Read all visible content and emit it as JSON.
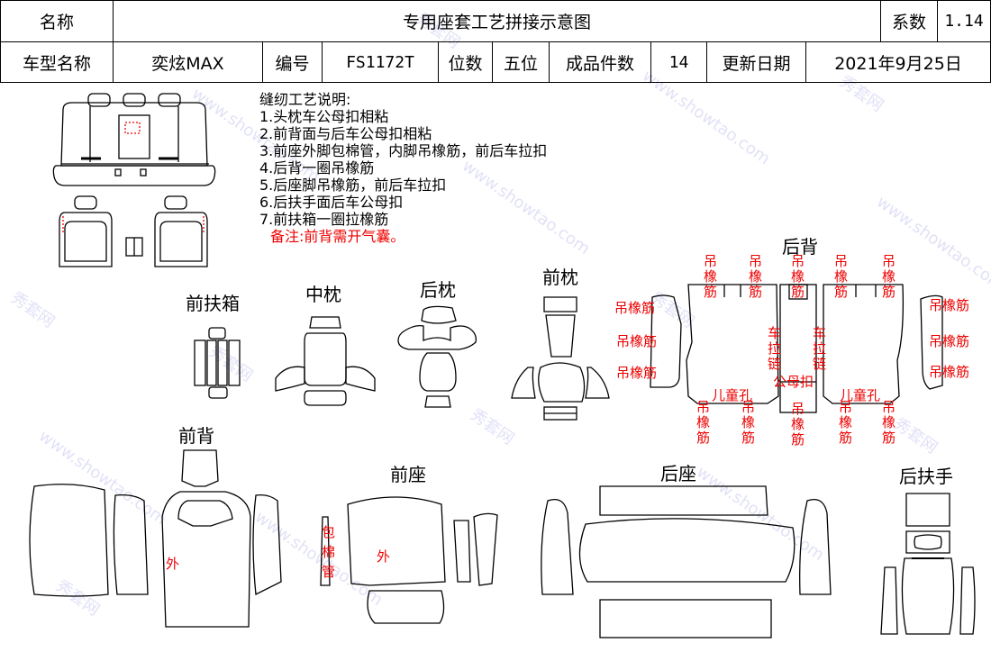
{
  "header": {
    "name_label": "名称",
    "title": "专用座套工艺拼接示意图",
    "coef_label": "系数",
    "coef_value": "1.14",
    "model_label": "车型名称",
    "model_value": "奕炫MAX",
    "code_label": "编号",
    "code_value": "FS1172T",
    "seats_label": "位数",
    "seats_value": "五位",
    "pieces_label": "成品件数",
    "pieces_value": "14",
    "date_label": "更新日期",
    "date_value": "2021年9月25日"
  },
  "notes": {
    "heading": "缝纫工艺说明:",
    "items": [
      "1.头枕车公母扣相粘",
      "2.前背面与后车公母扣相粘",
      "3.前座外脚包棉管，内脚吊橡筋，前后车拉扣",
      "4.后背一圈吊橡筋",
      "5.后座脚吊橡筋，前后车拉扣",
      "6.后扶手面后车公母扣",
      "7.前扶箱一圈拉橡筋"
    ],
    "remark": "备注:前背需开气囊。"
  },
  "parts": {
    "front_box": "前扶箱",
    "mid_pillow": "中枕",
    "rear_pillow": "后枕",
    "front_pillow": "前枕",
    "rear_back": "后背",
    "front_back": "前背",
    "front_seat": "前座",
    "rear_seat": "后座",
    "rear_armrest": "后扶手"
  },
  "annotations": {
    "hang_elastic": "吊橡筋",
    "zipper": "车拉链",
    "snap": "公母扣",
    "child_hole": "儿童孔",
    "outer": "外",
    "foam_tube": "包棉管"
  },
  "watermark": {
    "brand": "秀套网",
    "site": "www.showtao.com"
  }
}
